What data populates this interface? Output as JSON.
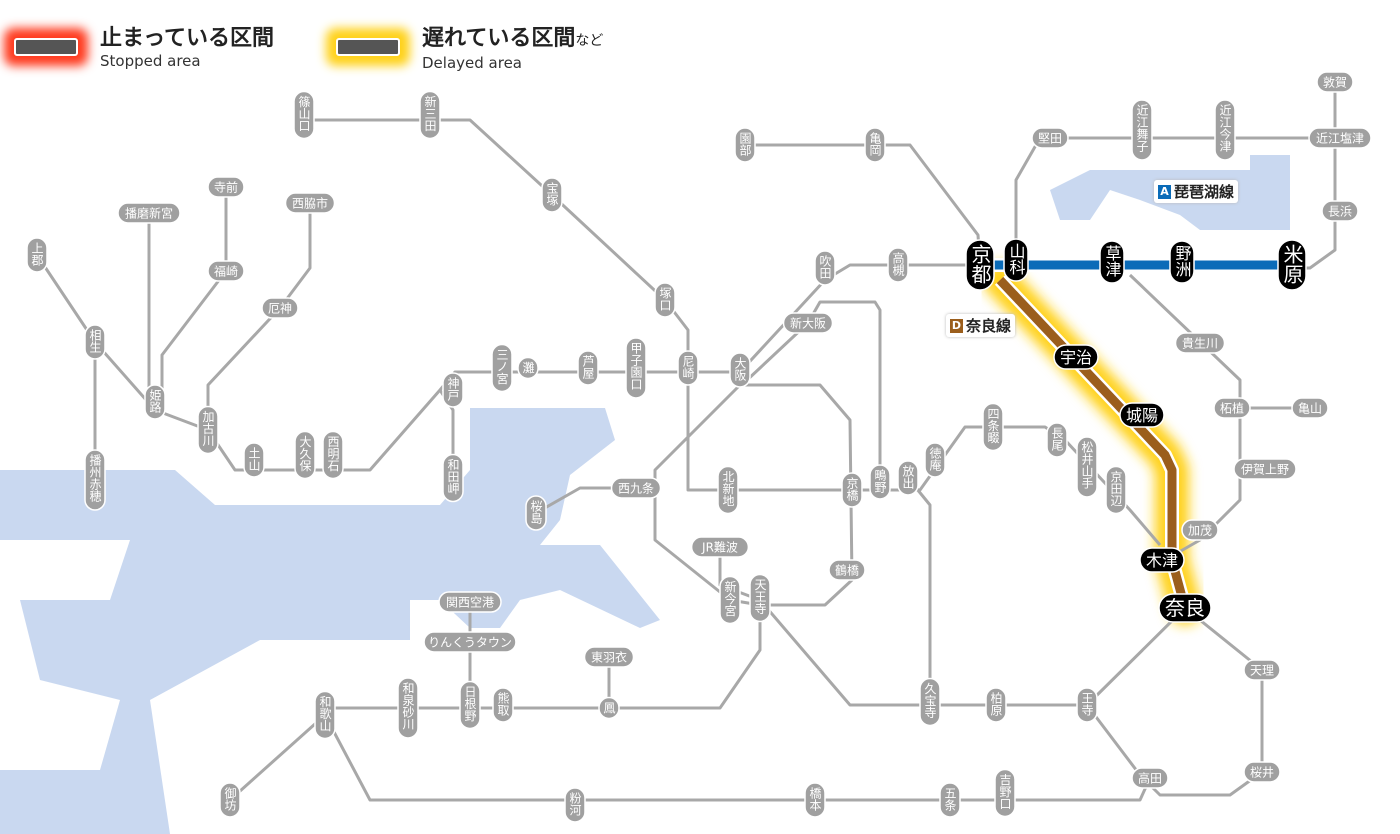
{
  "legend": {
    "stopped": {
      "ja": "止まっている区間",
      "en": "Stopped area"
    },
    "delayed": {
      "ja": "遅れている区間",
      "ja_suffix": "など",
      "en": "Delayed area"
    }
  },
  "colors": {
    "water": "#c9d8f0",
    "track": "#a8a8a8",
    "biwako_line": "#0a6bb8",
    "nara_line": "#9b5e1c",
    "delay_glow": "#ffd21a",
    "stop_glow": "#ff3b1f"
  },
  "affected_lines": [
    {
      "code": "A",
      "name": "琵琶湖線",
      "color": "#0a6bb8",
      "status": "delayed"
    },
    {
      "code": "D",
      "name": "奈良線",
      "color": "#9b5e1c",
      "status": "delayed"
    }
  ],
  "stations": [
    {
      "id": "sasayamaguchi",
      "name": "篠山口"
    },
    {
      "id": "shinsanda",
      "name": "新三田"
    },
    {
      "id": "takarazuka",
      "name": "宝塚"
    },
    {
      "id": "tsukaguchi",
      "name": "塚口"
    },
    {
      "id": "amagasaki",
      "name": "尼崎"
    },
    {
      "id": "koshienguchi",
      "name": "甲子園口"
    },
    {
      "id": "ashiya",
      "name": "芦屋"
    },
    {
      "id": "nada",
      "name": "灘"
    },
    {
      "id": "sannomiya",
      "name": "三ノ宮"
    },
    {
      "id": "kobe",
      "name": "神戸"
    },
    {
      "id": "wadamisaki",
      "name": "和田岬"
    },
    {
      "id": "nishiakashi",
      "name": "西明石"
    },
    {
      "id": "okubo",
      "name": "大久保"
    },
    {
      "id": "tsuchiyama",
      "name": "土山"
    },
    {
      "id": "kakogawa",
      "name": "加古川"
    },
    {
      "id": "yakujin",
      "name": "厄神"
    },
    {
      "id": "nishiwakishi",
      "name": "西脇市"
    },
    {
      "id": "teramae",
      "name": "寺前"
    },
    {
      "id": "fukusaki",
      "name": "福崎"
    },
    {
      "id": "harimashingu",
      "name": "播磨新宮"
    },
    {
      "id": "himeji",
      "name": "姫路"
    },
    {
      "id": "aioi",
      "name": "相生"
    },
    {
      "id": "kamigori",
      "name": "上郡"
    },
    {
      "id": "banshuako",
      "name": "播州赤穂"
    },
    {
      "id": "sonobe",
      "name": "園部"
    },
    {
      "id": "kameoka",
      "name": "亀岡"
    },
    {
      "id": "takatsuki",
      "name": "高槻"
    },
    {
      "id": "suita",
      "name": "吹田"
    },
    {
      "id": "shinosaka",
      "name": "新大阪"
    },
    {
      "id": "osaka",
      "name": "大阪"
    },
    {
      "id": "kitashinchi",
      "name": "北新地"
    },
    {
      "id": "kyobashi",
      "name": "京橋"
    },
    {
      "id": "shigino",
      "name": "鴫野"
    },
    {
      "id": "hanaten",
      "name": "放出"
    },
    {
      "id": "nishikujo",
      "name": "西九条"
    },
    {
      "id": "sakurajima",
      "name": "桜島"
    },
    {
      "id": "jrnamba",
      "name": "JR難波"
    },
    {
      "id": "shinimamiya",
      "name": "新今宮"
    },
    {
      "id": "tennoji",
      "name": "天王寺"
    },
    {
      "id": "tsuruhashi",
      "name": "鶴橋"
    },
    {
      "id": "kansaiairport",
      "name": "関西空港"
    },
    {
      "id": "rinku",
      "name": "りんくうタウン"
    },
    {
      "id": "higashihagoromo",
      "name": "東羽衣"
    },
    {
      "id": "otori",
      "name": "鳳"
    },
    {
      "id": "kumatori",
      "name": "熊取"
    },
    {
      "id": "hineno",
      "name": "日根野"
    },
    {
      "id": "izumisunagawa",
      "name": "和泉砂川"
    },
    {
      "id": "wakayama",
      "name": "和歌山"
    },
    {
      "id": "gobo",
      "name": "御坊"
    },
    {
      "id": "kokawa",
      "name": "粉河"
    },
    {
      "id": "hashimoto",
      "name": "橋本"
    },
    {
      "id": "gojo",
      "name": "五条"
    },
    {
      "id": "yoshinoguchi",
      "name": "吉野口"
    },
    {
      "id": "takada",
      "name": "高田"
    },
    {
      "id": "sakurai",
      "name": "桜井"
    },
    {
      "id": "tenri",
      "name": "天理"
    },
    {
      "id": "oji",
      "name": "王寺"
    },
    {
      "id": "kashiwara",
      "name": "柏原"
    },
    {
      "id": "kyuhoji",
      "name": "久宝寺"
    },
    {
      "id": "tokuan",
      "name": "徳庵"
    },
    {
      "id": "shijonawate",
      "name": "四条畷"
    },
    {
      "id": "nagao",
      "name": "長尾"
    },
    {
      "id": "matsuiyamate",
      "name": "松井山手"
    },
    {
      "id": "kyotanabe",
      "name": "京田辺"
    },
    {
      "id": "kamo",
      "name": "加茂"
    },
    {
      "id": "tsuge",
      "name": "柘植"
    },
    {
      "id": "kameyama",
      "name": "亀山"
    },
    {
      "id": "igaueno",
      "name": "伊賀上野"
    },
    {
      "id": "kibukawa",
      "name": "貴生川"
    },
    {
      "id": "katata",
      "name": "堅田"
    },
    {
      "id": "omimaiko",
      "name": "近江舞子"
    },
    {
      "id": "omiimazu",
      "name": "近江今津"
    },
    {
      "id": "omishiotsu",
      "name": "近江塩津"
    },
    {
      "id": "tsuruga",
      "name": "敦賀"
    },
    {
      "id": "nagahama",
      "name": "長浜"
    },
    {
      "id": "kyoto",
      "name": "京都",
      "affected": true
    },
    {
      "id": "yamashina",
      "name": "山科",
      "affected": true
    },
    {
      "id": "kusatsu",
      "name": "草津",
      "affected": true
    },
    {
      "id": "yasu",
      "name": "野洲",
      "affected": true
    },
    {
      "id": "maibara",
      "name": "米原",
      "affected": true
    },
    {
      "id": "uji",
      "name": "宇治",
      "affected": true
    },
    {
      "id": "jojo",
      "name": "城陽",
      "affected": true
    },
    {
      "id": "kizu",
      "name": "木津",
      "affected": true
    },
    {
      "id": "nara",
      "name": "奈良",
      "affected": true
    }
  ]
}
